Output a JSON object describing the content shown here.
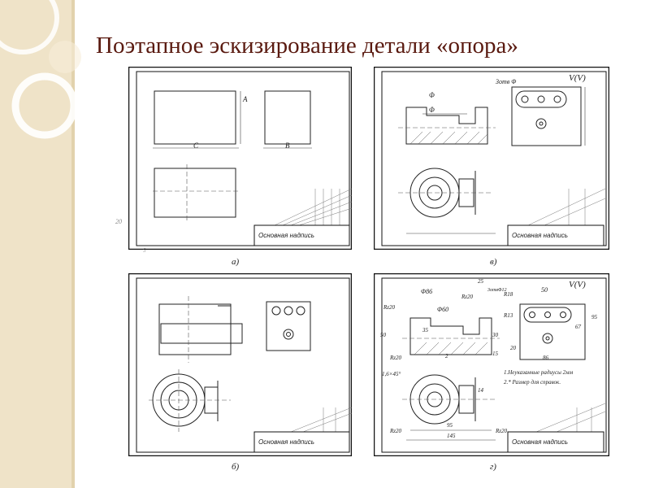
{
  "slide": {
    "title": "Поэтапное эскизирование детали «опора»"
  },
  "panels": [
    {
      "caption": "а)",
      "stamp": "Основная надпись",
      "labels": [
        "A",
        "C",
        "B"
      ],
      "margin_note": "20",
      "margin_note2": "5"
    },
    {
      "caption": "б)",
      "stamp": "Основная надпись"
    },
    {
      "caption": "в)",
      "stamp": "Основная надпись",
      "labels": [
        "Φ",
        "Φ",
        "3отв Φ",
        "V(V)"
      ]
    },
    {
      "caption": "г)",
      "stamp": "Основная надпись",
      "labels": [
        "Φ86",
        "Φ60",
        "Rz20",
        "Rz20",
        "Rz20",
        "Rz20",
        "Rz20",
        "R18",
        "R13",
        "50",
        "25",
        "3отвΦ12",
        "35",
        "50",
        "30",
        "15",
        "2",
        "1,6×45°",
        "67",
        "95",
        "86",
        "20",
        "95",
        "145",
        "14",
        "V(V)"
      ],
      "notes": [
        "1.Неуказанные радиусы 2мм",
        "2.* Размер для справок."
      ]
    }
  ],
  "colors": {
    "title": "#5a1a10",
    "side_strip": "#efe3c8"
  }
}
